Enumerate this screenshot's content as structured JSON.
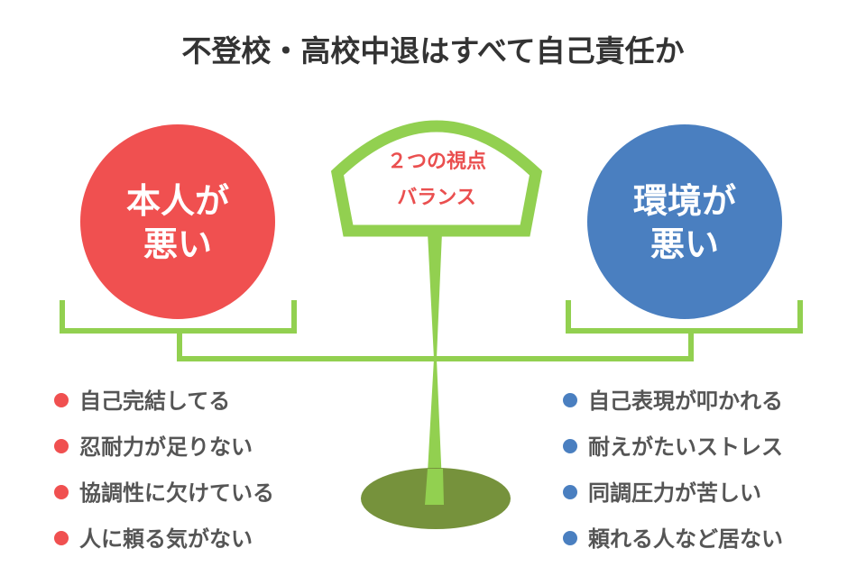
{
  "title": "不登校・高校中退はすべて自己責任か",
  "left": {
    "label_line1": "本人が",
    "label_line2": "悪い",
    "color": "#f05050",
    "items": [
      "自己完結してる",
      "忍耐力が足りない",
      "協調性に欠けている",
      "人に頼る気がない"
    ]
  },
  "right": {
    "label_line1": "環境が",
    "label_line2": "悪い",
    "color": "#4a7fc0",
    "items": [
      "自己表現が叩かれる",
      "耐えがたいストレス",
      "同調圧力が苦しい",
      "頼れる人など居ない"
    ]
  },
  "center": {
    "line1": "２つの視点",
    "line2": "バランス",
    "frame_color": "#92d050",
    "base_color": "#76923c"
  }
}
